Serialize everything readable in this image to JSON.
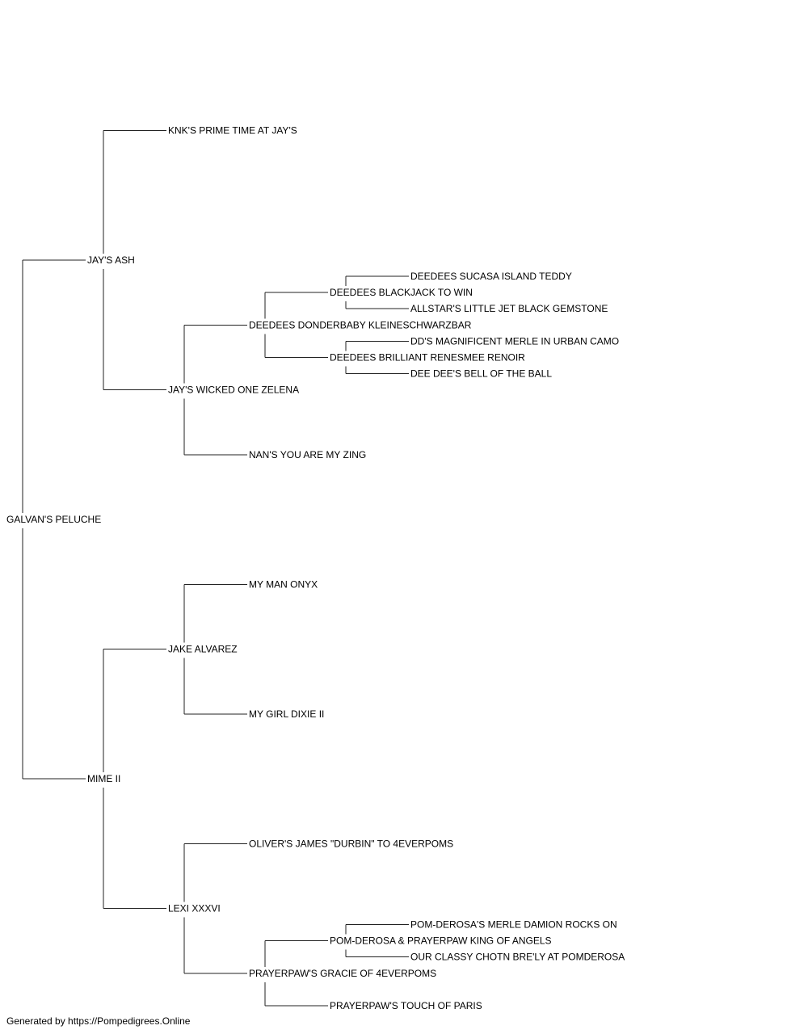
{
  "pedigree": {
    "name": "GALVAN'S PELUCHE",
    "sire": {
      "name": "JAY'S ASH",
      "sire": {
        "name": "KNK'S PRIME TIME AT JAY'S"
      },
      "dam": {
        "name": "JAY'S WICKED ONE ZELENA",
        "sire": {
          "name": "DEEDEES DONDERBABY KLEINESCHWARZBAR",
          "sire": {
            "name": "DEEDEES BLACKJACK TO WIN",
            "sire": {
              "name": "DEEDEES SUCASA ISLAND TEDDY"
            },
            "dam": {
              "name": "ALLSTAR'S LITTLE JET BLACK GEMSTONE"
            }
          },
          "dam": {
            "name": "DEEDEES BRILLIANT RENESMEE RENOIR",
            "sire": {
              "name": "DD'S MAGNIFICENT MERLE IN URBAN CAMO"
            },
            "dam": {
              "name": "DEE DEE'S BELL OF THE BALL"
            }
          }
        },
        "dam": {
          "name": "NAN'S YOU ARE MY ZING"
        }
      }
    },
    "dam": {
      "name": "MIME II",
      "sire": {
        "name": "JAKE ALVAREZ",
        "sire": {
          "name": "MY MAN ONYX"
        },
        "dam": {
          "name": "MY GIRL DIXIE II"
        }
      },
      "dam": {
        "name": "LEXI XXXVI",
        "sire": {
          "name": "OLIVER'S JAMES \"DURBIN\" TO 4EVERPOMS"
        },
        "dam": {
          "name": "PRAYERPAW'S GRACIE OF 4EVERPOMS",
          "sire": {
            "name": "POM-DEROSA & PRAYERPAW KING OF ANGELS",
            "sire": {
              "name": "POM-DEROSA'S MERLE DAMION ROCKS ON"
            },
            "dam": {
              "name": "OUR CLASSY CHOTN BRE'LY AT POMDEROSA"
            }
          },
          "dam": {
            "name": "PRAYERPAW'S TOUCH OF PARIS"
          }
        }
      }
    }
  },
  "footer": "Generated by https://Pompedigrees.Online",
  "colors": {
    "line": "#222222",
    "text": "#000000",
    "background": "#ffffff"
  }
}
